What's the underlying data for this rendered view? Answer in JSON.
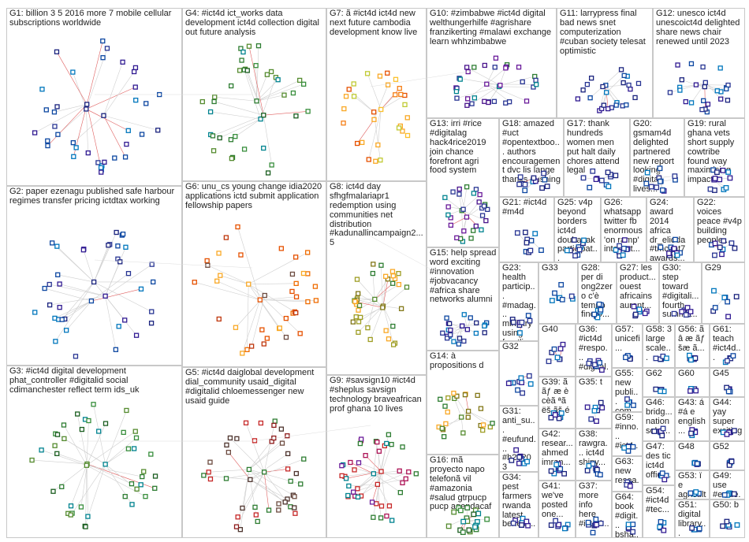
{
  "figure": {
    "kind": "network graph grouped into clusters",
    "colors": {
      "background": "#ffffff",
      "border": "#c8c8c8",
      "edge": "#cfcfcf",
      "reply_edge": "#e06060",
      "label": "#222222",
      "node_palette": [
        "#2e7d32",
        "#1a237e",
        "#6a1b9a",
        "#c62828",
        "#f9a825",
        "#00838f",
        "#4e342e",
        "#0277bd"
      ]
    }
  },
  "groups": [
    {
      "id": "G1",
      "label": "G1: billion 3 5 2016 more 7 mobile cellular subscriptions worldwide",
      "nodes": "navy"
    },
    {
      "id": "G2",
      "label": "G2: paper ezenagu published safe harbour regimes transfer pricing ictdtax working",
      "nodes": "navy"
    },
    {
      "id": "G3",
      "label": "G3: #ict4d digital development phat_controller #digitalid social cdimanchester reflect term ids_uk",
      "nodes": "green"
    },
    {
      "id": "G4",
      "label": "G4: #ict4d ict_works data development ict4d collection digital out future analysis",
      "nodes": "green"
    },
    {
      "id": "G5",
      "label": "G5: #ict4d daiglobal development dial_community usaid_digital #digitalid chloemessenger new usaid guide",
      "nodes": "maroon"
    },
    {
      "id": "G6",
      "label": "G6: unu_cs young change idia2020 applications ictd submit application fellowship papers",
      "nodes": "orange"
    },
    {
      "id": "G7",
      "label": "G7: ã #ict4d ict4d new next future cambodia development know live",
      "nodes": "gold"
    },
    {
      "id": "G8",
      "label": "G8: ict4d day sfhgfmalariapr1 redemption using communities net distribution #kadunallincampaign2... 5",
      "nodes": "olive"
    },
    {
      "id": "G9",
      "label": "G9: #savsign10 #ict4d #sheplus savsign technology braveafrican prof ghana 10 lives",
      "nodes": "red"
    },
    {
      "id": "G10",
      "label": "G10: #zimbabwe #ict4d digital welthungerhilfe #agrishare franzikerting #malawi exchange learn whhzimbabwe",
      "nodes": "purple"
    },
    {
      "id": "G11",
      "label": "G11: larrypress final bad news snet computerization #cuban society telesat optimistic",
      "nodes": "navy"
    },
    {
      "id": "G12",
      "label": "G12: unesco ict4d unescoict4d delighted share news chair renewed until 2023",
      "nodes": "navy"
    },
    {
      "id": "G13",
      "label": "G13: irri #rice #digitalag hack4rice2019 join chance forefront agri food system",
      "nodes": "purple"
    },
    {
      "id": "G14",
      "label": "G14: à propositions d",
      "nodes": "olive"
    },
    {
      "id": "G15",
      "label": "G15: help spread word exciting #innovation #jobvacancy #africa share networks alumni",
      "nodes": "navy"
    },
    {
      "id": "G16",
      "label": "G16: mã proyecto napo telefonã vil #amazonia #salud gtrpucp pucp agendacaf",
      "nodes": "green"
    },
    {
      "id": "G17",
      "label": "G17: thank hundreds women men put halt daily chores attend legal",
      "nodes": "navy"
    },
    {
      "id": "G18",
      "label": "G18: amazed #uct #opentextboo... authors encouragement dvc lis lange thanks pushing",
      "nodes": "navy"
    },
    {
      "id": "G19",
      "label": "G19: rural ghana vets short supply cowtribe found way maximising impact",
      "nodes": "navy"
    },
    {
      "id": "G20",
      "label": "G20: gsmam4d delighted partnered new report looking #digital lives...",
      "nodes": "navy"
    },
    {
      "id": "G21",
      "label": "G21: #ict4d #m4d",
      "nodes": "navy"
    },
    {
      "id": "G22",
      "label": "G22: voices peace #v4p building people...",
      "nodes": "navy"
    },
    {
      "id": "G23",
      "label": "G23: health particip... #madag... ministry using frontline...",
      "nodes": "navy"
    },
    {
      "id": "G24",
      "label": "G24: award 2014 africa dr_elioda #tmcgat7 awards...",
      "nodes": "navy"
    },
    {
      "id": "G25",
      "label": "G25: v4p beyond borders ict4d doulrazak participat...",
      "nodes": "navy"
    },
    {
      "id": "G26",
      "label": "G26: whatsapp twitter fb enormous 'on ramp' internet...",
      "nodes": "navy"
    },
    {
      "id": "G27",
      "label": "G27: les product... ouest africains auront...",
      "nodes": "navy"
    },
    {
      "id": "G28",
      "label": "G28: per di ong2zero c'è tempo fino 9...",
      "nodes": "navy"
    },
    {
      "id": "G29",
      "label": "G29",
      "nodes": "navy"
    },
    {
      "id": "G30",
      "label": "G30: step toward #digitali... fourth summit...",
      "nodes": "navy"
    },
    {
      "id": "G31",
      "label": "G31: anti_su... #eufund... #h2020 3 #preco... per...",
      "nodes": "navy"
    },
    {
      "id": "G32",
      "label": "G32",
      "nodes": "navy"
    },
    {
      "id": "G33",
      "label": "G33",
      "nodes": "navy"
    },
    {
      "id": "G34",
      "label": "G34: pest farmers rwanda latest benefit...",
      "nodes": "navy"
    },
    {
      "id": "G35",
      "label": "G35: t",
      "nodes": "navy"
    },
    {
      "id": "G36",
      "label": "G36: #ict4d #respo... #digital...",
      "nodes": "navy"
    },
    {
      "id": "G37",
      "label": "G37: more info here #ict4d...",
      "nodes": "navy"
    },
    {
      "id": "G38",
      "label": "G38: rawgra... ict4d shiny...",
      "nodes": "navy"
    },
    {
      "id": "G39",
      "label": "G39: ã ãƒ æ è cèã ªã ëš ãš é",
      "nodes": "navy"
    },
    {
      "id": "G40",
      "label": "G40",
      "nodes": "navy"
    },
    {
      "id": "G41",
      "label": "G41: we've posted one...",
      "nodes": "navy"
    },
    {
      "id": "G42",
      "label": "G42: resear... ahmed imran...",
      "nodes": "navy"
    },
    {
      "id": "G43",
      "label": "G43: á #á e english...",
      "nodes": "navy"
    },
    {
      "id": "G44",
      "label": "G44: yay super exciting...",
      "nodes": "navy"
    },
    {
      "id": "G45",
      "label": "G45",
      "nodes": "navy"
    },
    {
      "id": "G46",
      "label": "G46: bridg... nation solvi...",
      "nodes": "navy"
    },
    {
      "id": "G47",
      "label": "G47: des tic ict4d office...",
      "nodes": "navy"
    },
    {
      "id": "G48",
      "label": "G48",
      "nodes": "navy"
    },
    {
      "id": "G49",
      "label": "G49: use #evide...",
      "nodes": "navy"
    },
    {
      "id": "G50",
      "label": "G50: b",
      "nodes": "navy"
    },
    {
      "id": "G51",
      "label": "G51: digital library...",
      "nodes": "navy"
    },
    {
      "id": "G52",
      "label": "G52",
      "nodes": "navy"
    },
    {
      "id": "G53",
      "label": "G53: ï e agricult... invites...",
      "nodes": "navy"
    },
    {
      "id": "G54",
      "label": "G54: #ict4d #tec...",
      "nodes": "navy"
    },
    {
      "id": "G55",
      "label": "G55: new publi... com...",
      "nodes": "navy"
    },
    {
      "id": "G56",
      "label": "G56: ã â æ ãƒ šæ ã...",
      "nodes": "navy"
    },
    {
      "id": "G57",
      "label": "G57: unicefi...",
      "nodes": "navy"
    },
    {
      "id": "G58",
      "label": "G58: 3 large scale...",
      "nodes": "navy"
    },
    {
      "id": "G59",
      "label": "G59: #inno... #ict4...",
      "nodes": "navy"
    },
    {
      "id": "G60",
      "label": "G60",
      "nodes": "navy"
    },
    {
      "id": "G61",
      "label": "G61: teach #ict4d...",
      "nodes": "navy"
    },
    {
      "id": "G62",
      "label": "G62",
      "nodes": "navy"
    },
    {
      "id": "G63",
      "label": "G63: new resea... hub...",
      "nodes": "navy"
    },
    {
      "id": "G64",
      "label": "G64: book #digit... bsha...",
      "nodes": "navy"
    }
  ]
}
